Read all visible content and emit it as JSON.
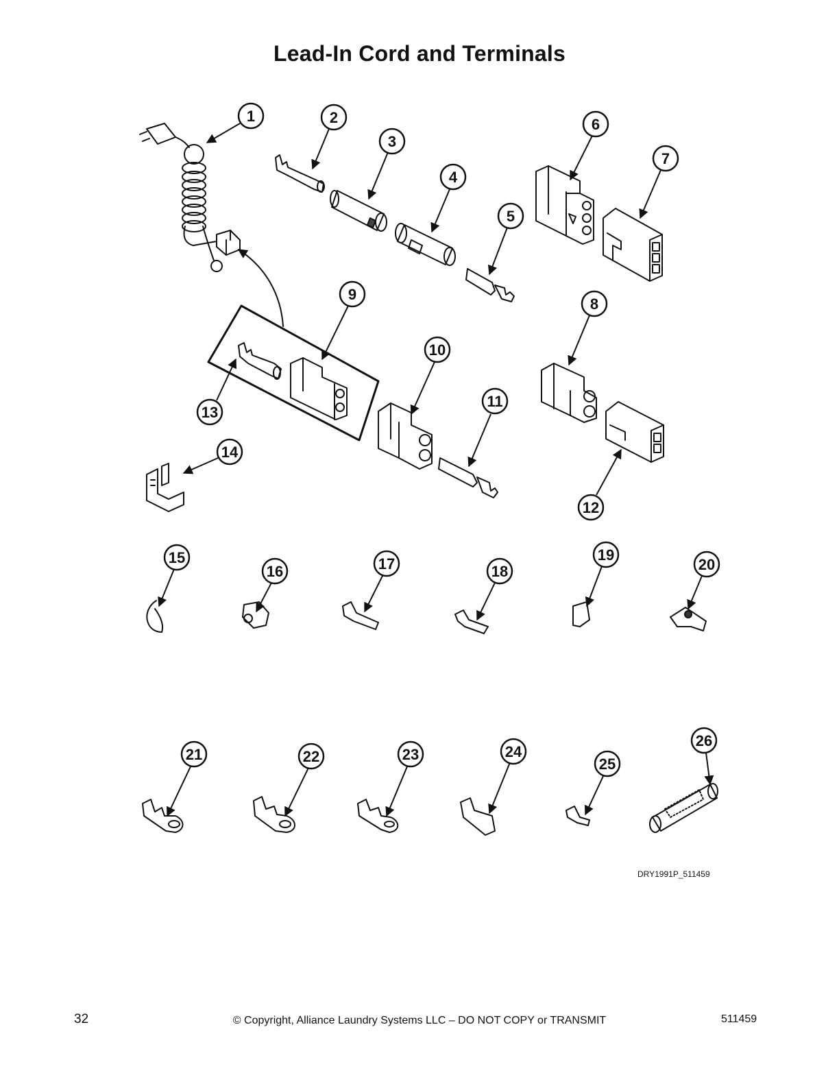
{
  "title": "Lead-In Cord and Terminals",
  "callouts": [
    "1",
    "2",
    "3",
    "4",
    "5",
    "6",
    "7",
    "8",
    "9",
    "10",
    "11",
    "12",
    "13",
    "14",
    "15",
    "16",
    "17",
    "18",
    "19",
    "20",
    "21",
    "22",
    "23",
    "24",
    "25",
    "26"
  ],
  "figure_code": "DRY1991P_511459",
  "footer": {
    "page_number": "32",
    "copyright": "© Copyright, Alliance Laundry Systems LLC – DO NOT COPY or TRANSMIT",
    "doc_number": "511459"
  }
}
